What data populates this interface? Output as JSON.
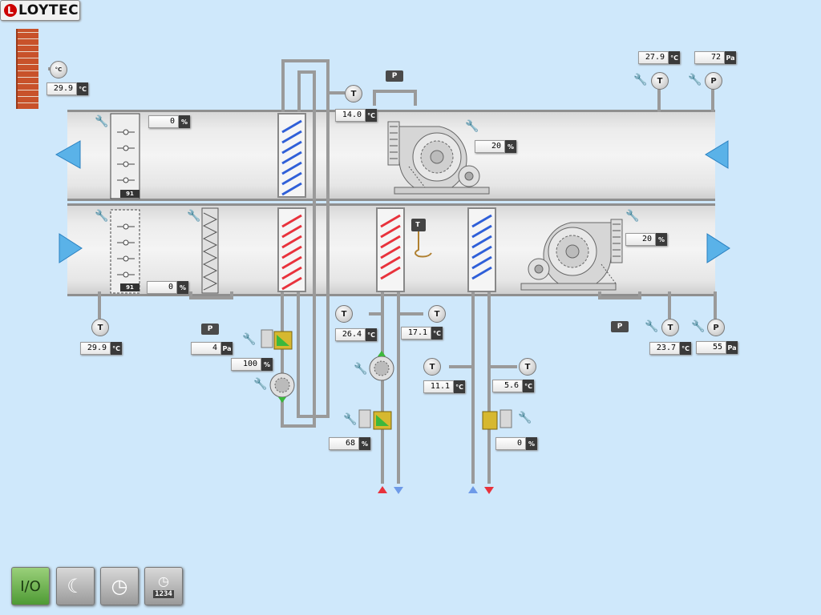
{
  "brand": {
    "logo_letter": "L",
    "logo_text": "LOYTEC"
  },
  "readings": {
    "outdoor_temp": {
      "value": "29.9",
      "unit": "°C"
    },
    "exhaust_after_coil_temp": {
      "value": "14.0",
      "unit": "°C"
    },
    "return_temp": {
      "value": "27.9",
      "unit": "°C"
    },
    "return_pressure": {
      "value": "72",
      "unit": "Pa"
    },
    "exhaust_damper": {
      "value": "0",
      "unit": "%"
    },
    "exhaust_fan": {
      "value": "20",
      "unit": "%"
    },
    "supply_damper": {
      "value": "0",
      "unit": "%"
    },
    "supply_fan": {
      "value": "20",
      "unit": "%"
    },
    "intake_temp": {
      "value": "29.9",
      "unit": "°C"
    },
    "filter_pressure": {
      "value": "4",
      "unit": "Pa"
    },
    "recovery_valve": {
      "value": "100",
      "unit": "%"
    },
    "heating_supply_temp": {
      "value": "26.4",
      "unit": "°C"
    },
    "heating_return_temp": {
      "value": "17.1",
      "unit": "°C"
    },
    "heating_valve": {
      "value": "68",
      "unit": "%"
    },
    "cooling_supply_temp": {
      "value": "11.1",
      "unit": "°C"
    },
    "cooling_return_temp": {
      "value": "5.6",
      "unit": "°C"
    },
    "cooling_valve": {
      "value": "0",
      "unit": "%"
    },
    "supply_temp": {
      "value": "23.7",
      "unit": "°C"
    },
    "supply_pressure": {
      "value": "55",
      "unit": "Pa"
    }
  },
  "labels": {
    "temp_symbol": "T",
    "pressure_symbol": "P",
    "pressure_switch": "P",
    "outdoor_sensor_symbol": "°C",
    "damper_badge": "91"
  },
  "bottom_buttons": [
    {
      "name": "io-button",
      "label": "I/O"
    },
    {
      "name": "night-mode-button",
      "label": ""
    },
    {
      "name": "schedule-override-button",
      "label": ""
    },
    {
      "name": "timer-schedule-button",
      "label": "1234"
    }
  ],
  "colors": {
    "background": "#cfe8fb",
    "heating": "#e8323c",
    "cooling": "#3a62d8",
    "airflow_arrow": "#5ab2e8"
  }
}
